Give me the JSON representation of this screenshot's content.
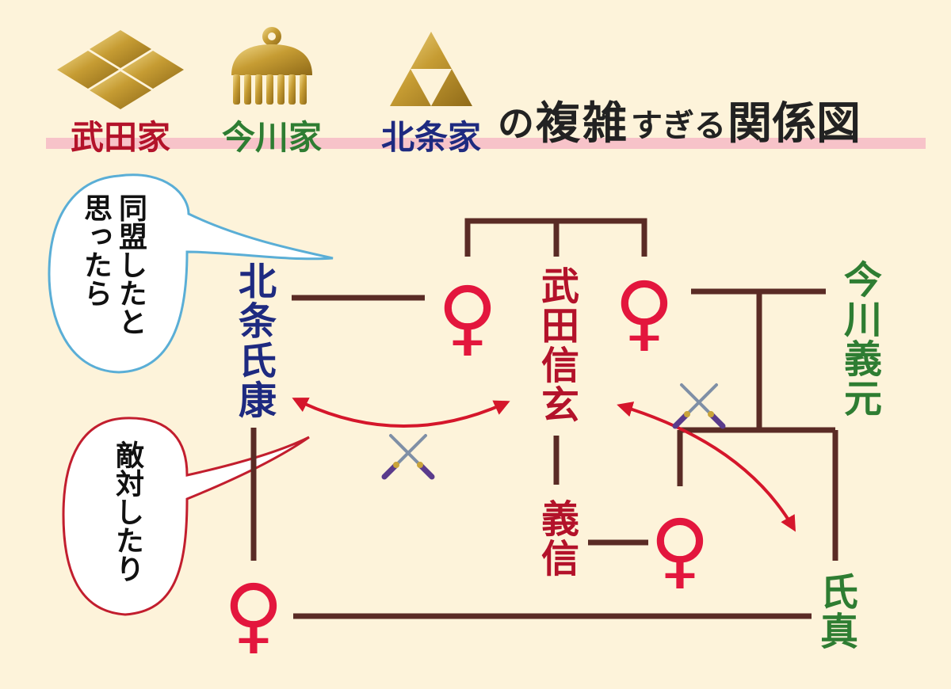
{
  "colors": {
    "takeda": "#b3122a",
    "imagawa": "#2e7d32",
    "hojo": "#1e2a80",
    "female": "#e3163d",
    "line": "#5a2b25",
    "arrow": "#d5162b",
    "gold": "#c9a43a",
    "title": "#222222",
    "underline": "#f7c3c9",
    "bubble_blue": "#5aaed6",
    "bubble_red": "#c21e2e"
  },
  "header": {
    "families": [
      {
        "label": "武田家",
        "icon": "takeda-hishi-crest-icon"
      },
      {
        "label": "今川家",
        "icon": "imagawa-comb-crest-icon"
      },
      {
        "label": "北条家",
        "icon": "hojo-triangle-crest-icon"
      }
    ],
    "title": {
      "no": "の",
      "fuku": "複",
      "zatsu": "雑",
      "sugiru": "すぎる",
      "kankeizu": "関係図"
    }
  },
  "bubbles": {
    "alliance": "同盟したと思ったら",
    "enmity": "敵対したり"
  },
  "persons": {
    "hojo_ujiyasu": "北条氏康",
    "takeda_shingen": "武田信玄",
    "imagawa_yoshimoto": "今川義元",
    "yoshinobu": "義信",
    "ujizane": "氏真"
  },
  "symbols": {
    "female": "♀",
    "crossed_swords": "⚔"
  }
}
